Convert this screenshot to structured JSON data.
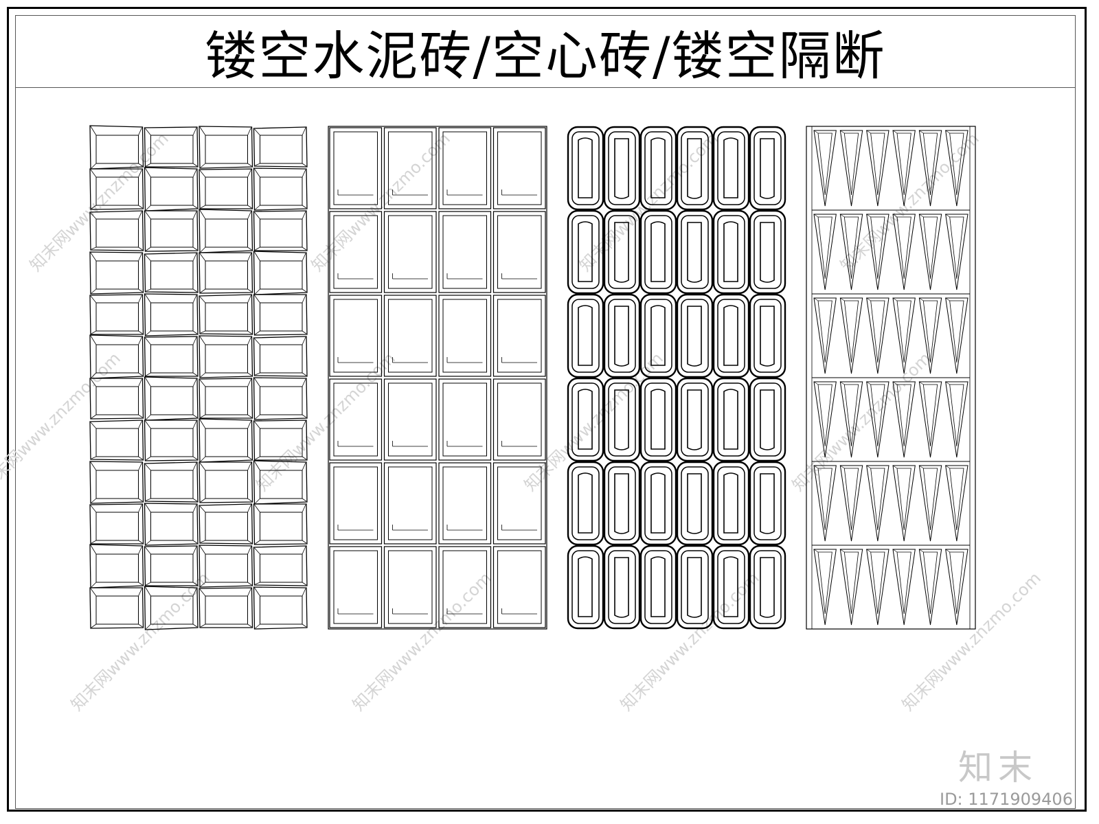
{
  "title": "镂空水泥砖/空心砖/镂空隔断",
  "watermark": "知末网www.znzmo.com",
  "logo": "知末",
  "id_label": "ID: 1171909406",
  "panels": [
    {
      "pattern": "beveled-square",
      "cols": 4,
      "rows": 12
    },
    {
      "pattern": "rect-frame",
      "cols": 4,
      "rows": 6
    },
    {
      "pattern": "rounded-slot",
      "cols": 6,
      "rows": 6
    },
    {
      "pattern": "triangle",
      "cols": 6,
      "rows": 6
    }
  ],
  "colors": {
    "line": "#000000",
    "watermark": "#d4d4d4"
  }
}
